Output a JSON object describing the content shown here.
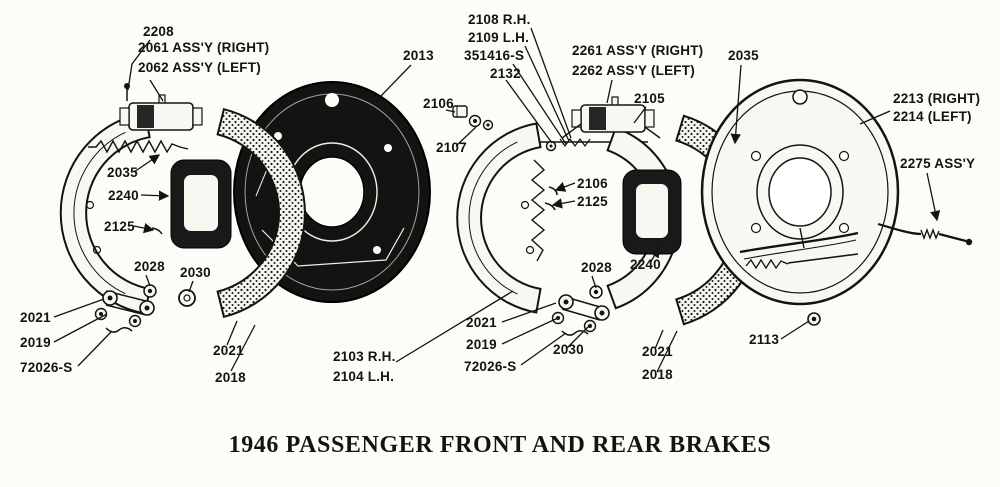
{
  "title": "1946 PASSENGER FRONT AND REAR BRAKES",
  "colors": {
    "ink": "#15130f",
    "paper": "#fdfcf8"
  },
  "labels": {
    "p2208": "2208",
    "assy2061": "2061 ASS'Y (RIGHT)",
    "assy2062": "2062 ASS'Y (LEFT)",
    "p2013": "2013",
    "p2108": "2108 R.H.",
    "p2109": "2109 L.H.",
    "p351416": "351416-S",
    "p2132": "2132",
    "p2106_front": "2106",
    "p2107": "2107",
    "assy2261": "2261 ASS'Y (RIGHT)",
    "assy2262": "2262 ASS'Y (LEFT)",
    "p2035_rear": "2035",
    "p2105": "2105",
    "p2213": "2213 (RIGHT)",
    "p2214": "2214 (LEFT)",
    "assy2275": "2275 ASS'Y",
    "p2035_front": "2035",
    "p2240_front": "2240",
    "p2125_front": "2125",
    "p2106_rear": "2106",
    "p2125_rear": "2125",
    "p2028_front": "2028",
    "p2030_front": "2030",
    "p2021_front_a": "2021",
    "p2019_front": "2019",
    "p72026_front": "72026-S",
    "p2021_front_b": "2021",
    "p2018_front": "2018",
    "p2103": "2103 R.H.",
    "p2104": "2104 L.H.",
    "p2028_rear": "2028",
    "p2240_rear": "2240",
    "p2021_rear_a": "2021",
    "p2019_rear": "2019",
    "p72026_rear": "72026-S",
    "p2030_rear": "2030",
    "p2021_rear_b": "2021",
    "p2018_rear": "2018",
    "p2113": "2113"
  }
}
